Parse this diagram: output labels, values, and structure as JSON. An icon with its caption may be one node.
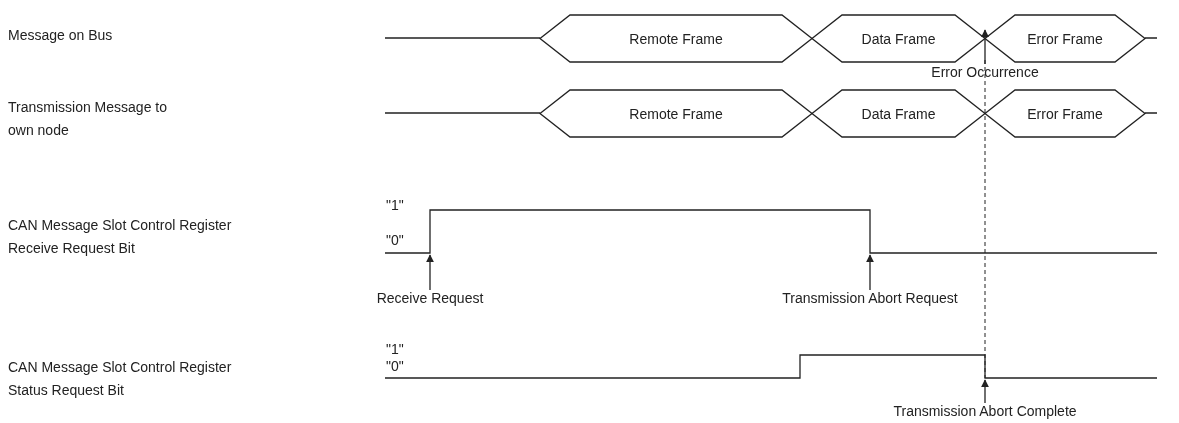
{
  "diagram": {
    "nodes": [
      {
        "text": [
          "Remote Frame"
        ]
      },
      {
        "text": [
          "Data Frame"
        ]
      },
      {
        "text": [
          "Error Frame"
        ]
      },
      {
        "text": [
          "Error Occurrence"
        ]
      },
      {
        "text": [
          "Remote Frame"
        ]
      },
      {
        "text": [
          "Data Frame"
        ]
      },
      {
        "text": [
          "Error Frame"
        ]
      },
      {
        "text": [
          "Receive Request"
        ]
      },
      {
        "text": [
          "Transmission Abort Request"
        ]
      },
      {
        "text": [
          "Transmission Abort Complete"
        ]
      }
    ],
    "edges": [
      {
        "from": 3,
        "to": 2,
        "arrow": "to"
      },
      {
        "from": 7,
        "to": null,
        "arrow": "to"
      },
      {
        "from": 8,
        "to": null,
        "arrow": "to"
      },
      {
        "from": 9,
        "to": null,
        "arrow": "to"
      }
    ],
    "labels": [
      "Message on Bus",
      "Transmission Message to own node",
      "CAN Message Slot Control Register Receive Request Bit",
      "\"1\"",
      "\"0\"",
      "CAN Message Slot Control Register Status Request Bit",
      "\"1\"",
      "\"0\""
    ]
  }
}
